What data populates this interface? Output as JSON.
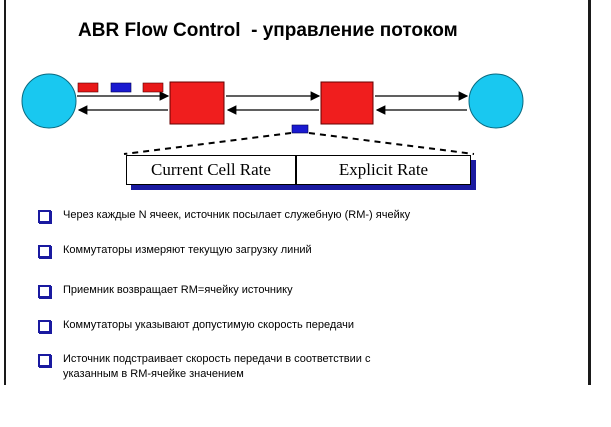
{
  "slide": {
    "title": "ABR Flow Control  - управление потоком"
  },
  "diagram": {
    "rate_fields": {
      "current_cell_rate": "Current Cell Rate",
      "explicit_rate": "Explicit Rate"
    },
    "colors": {
      "end_system": "#19c8f0",
      "switch": "#f01e1e",
      "data_cell": "#e81818",
      "rm_cell": "#1a1ad0",
      "shadow": "#1a1aa0"
    }
  },
  "bullets": [
    {
      "text": "Через каждые N ячеек, источник посылает служебную (RM-) ячейку"
    },
    {
      "text": "Коммутаторы измеряют текущую загрузку линий"
    },
    {
      "text": "Приемник возвращает RM=ячейку источнику"
    },
    {
      "text": "Коммутаторы указывают допустимую скорость передачи"
    },
    {
      "text": "Источник подстраивает скорость передачи в соответствии с\nуказанным в RM-ячейке значением"
    }
  ]
}
